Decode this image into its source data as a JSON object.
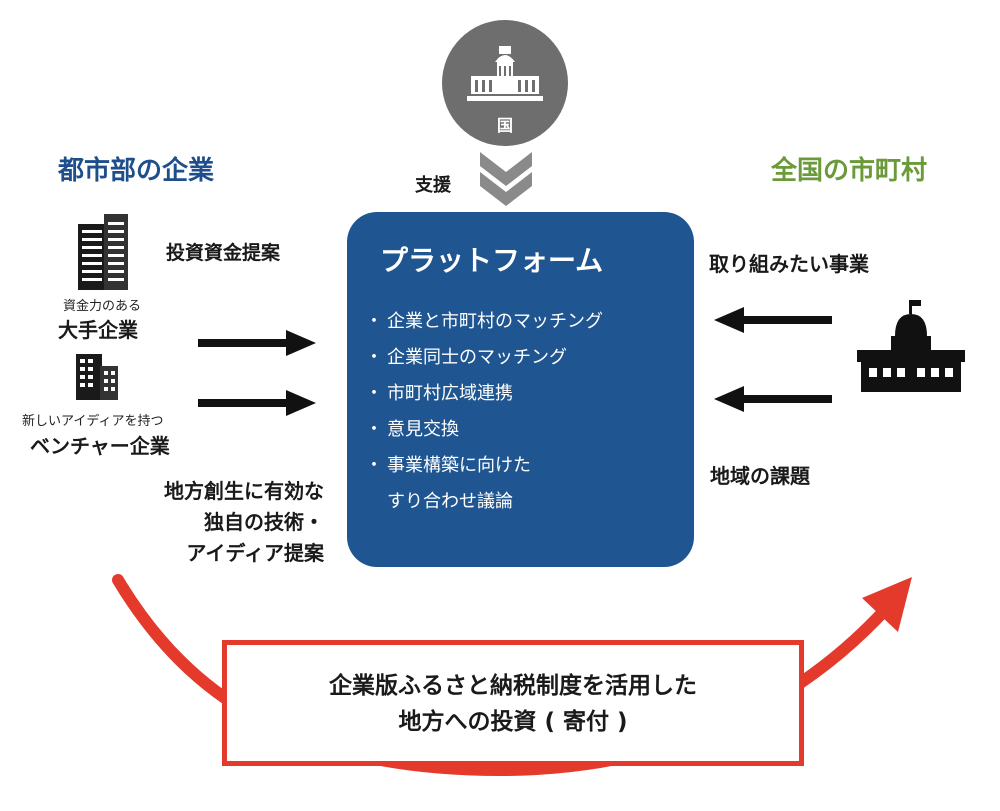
{
  "left": {
    "title": "都市部の企業",
    "proposal": "投資資金提案",
    "large_company_caption": "資金力のある",
    "large_company_name": "大手企業",
    "venture_caption": "新しいアイディアを持つ",
    "venture_name": "ベンチャー企業",
    "tech_lines": [
      "地方創生に有効な",
      "独自の技術・",
      "アイディア提案"
    ]
  },
  "right": {
    "title": "全国の市町村",
    "project": "取り組みたい事業",
    "issue": "地域の課題"
  },
  "government": {
    "label": "国",
    "support": "支援"
  },
  "platform": {
    "title": "プラットフォーム",
    "items": [
      "企業と市町村のマッチング",
      "企業同士のマッチング",
      "市町村広域連携",
      "意見交換",
      "事業構築に向けた"
    ],
    "item_continuation": "すり合わせ議論"
  },
  "bottom": {
    "lines": [
      "企業版ふるさと納税制度を活用した",
      "地方への投資 ( 寄付 )"
    ]
  },
  "colors": {
    "left_title": "#1f4e8c",
    "right_title": "#6a9a3a",
    "platform_bg": "#1f5590",
    "accent_red": "#e33a2c",
    "gov_gray": "#6e6e6e"
  }
}
